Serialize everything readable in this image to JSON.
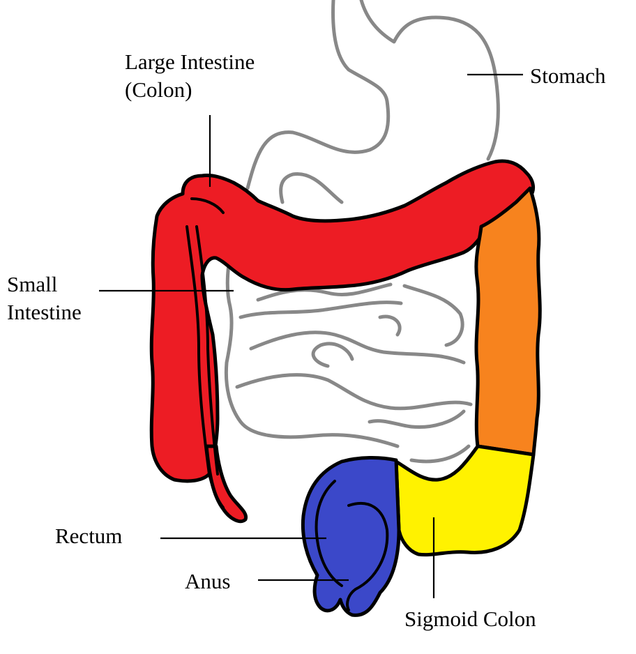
{
  "labels": {
    "large_intestine_line1": "Large Intestine",
    "large_intestine_line2": "(Colon)",
    "stomach": "Stomach",
    "small_intestine_line1": "Small",
    "small_intestine_line2": "Intestine",
    "rectum": "Rectum",
    "anus": "Anus",
    "sigmoid_colon": "Sigmoid Colon"
  },
  "colors": {
    "large_intestine": "#ed1c24",
    "descending_colon": "#f7831e",
    "sigmoid_colon": "#fff200",
    "rectum": "#3b48c9",
    "small_intestine_outline": "#888888",
    "stomach_outline": "#888888"
  }
}
